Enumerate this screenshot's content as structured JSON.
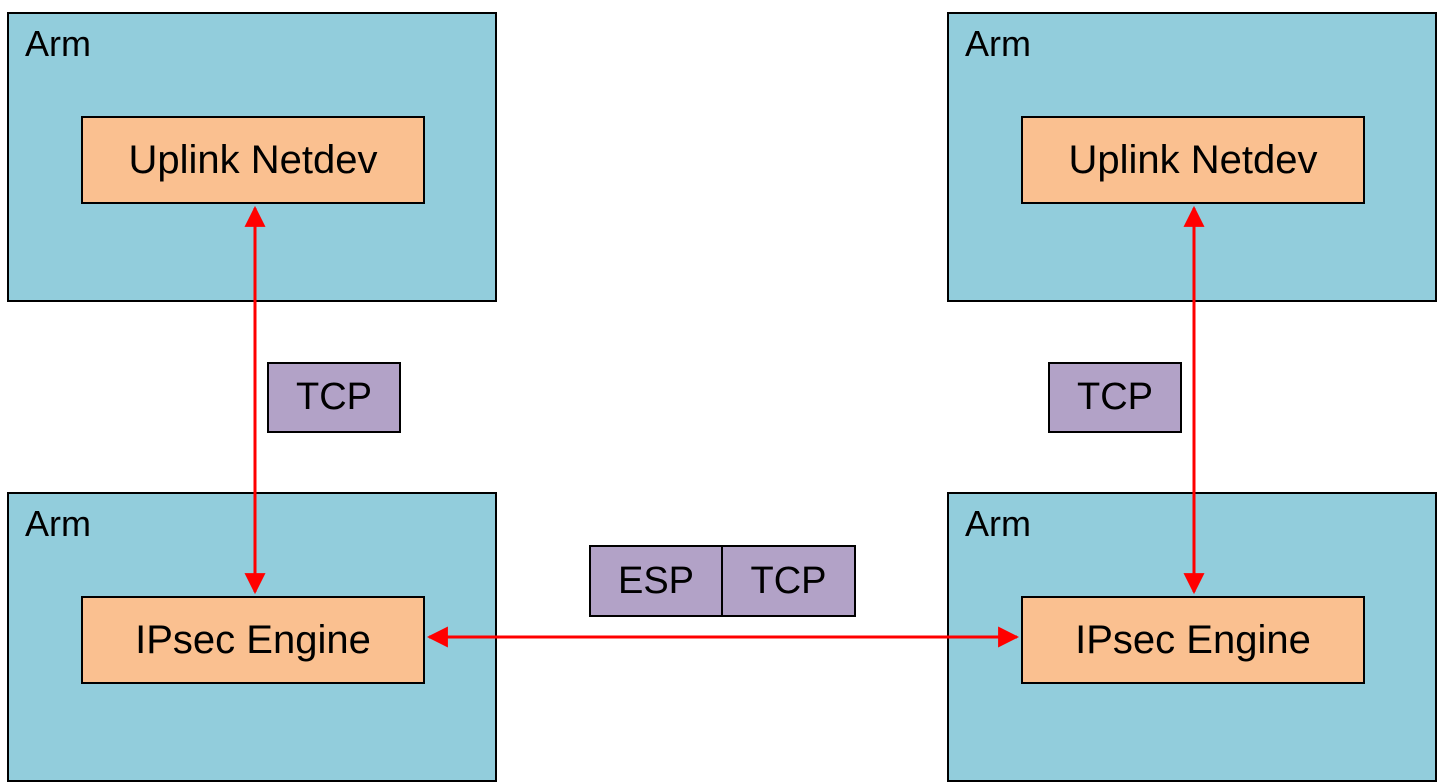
{
  "colors": {
    "arm_fill": "#92cddc",
    "component_fill": "#fac090",
    "protocol_fill": "#b2a2c7",
    "arrow": "#ff0000"
  },
  "left": {
    "top_arm": {
      "label": "Arm",
      "component": "Uplink Netdev"
    },
    "bottom_arm": {
      "label": "Arm",
      "component": "IPsec Engine"
    },
    "link_protocol": "TCP"
  },
  "right": {
    "top_arm": {
      "label": "Arm",
      "component": "Uplink Netdev"
    },
    "bottom_arm": {
      "label": "Arm",
      "component": "IPsec Engine"
    },
    "link_protocol": "TCP"
  },
  "tunnel": {
    "protocols": [
      "ESP",
      "TCP"
    ]
  },
  "arrows": [
    {
      "from": "left-uplink-netdev",
      "to": "left-ipsec-engine",
      "style": "bidirectional"
    },
    {
      "from": "right-uplink-netdev",
      "to": "right-ipsec-engine",
      "style": "bidirectional"
    },
    {
      "from": "left-ipsec-engine",
      "to": "right-ipsec-engine",
      "style": "bidirectional"
    }
  ]
}
